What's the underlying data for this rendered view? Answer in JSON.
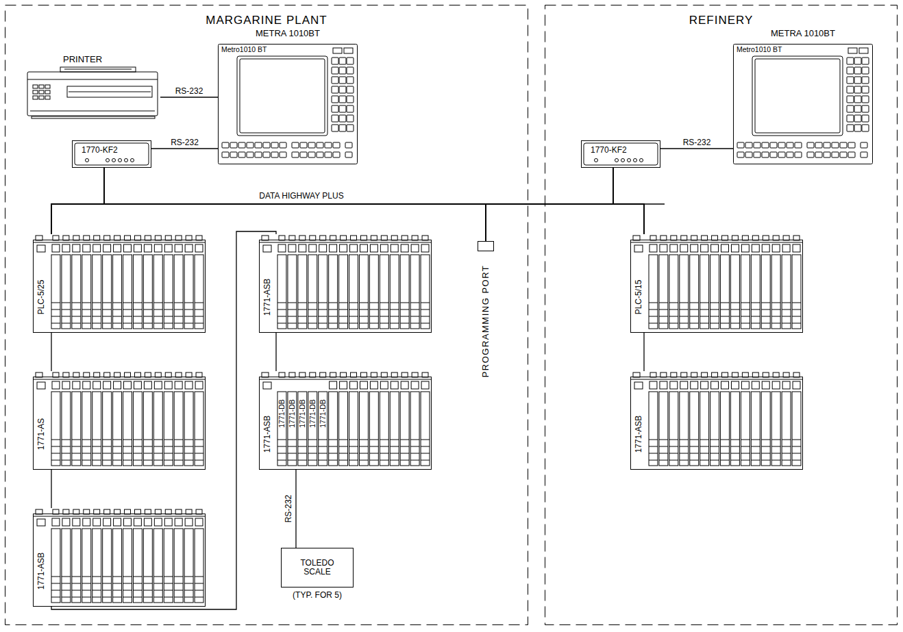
{
  "diagram": {
    "nodes": [
      {
        "text": [
          "MARGARINE PLANT"
        ]
      },
      {
        "text": [
          "REFINERY"
        ]
      },
      {
        "text": [
          "PRINTER"
        ],
        "in": 0
      },
      {
        "text": [
          "METRA 1010BT",
          "Metro1010 BT"
        ],
        "in": 0
      },
      {
        "text": [
          "1770-KF2"
        ],
        "in": 0
      },
      {
        "text": [
          "PLC-5/25"
        ],
        "in": 0
      },
      {
        "text": [
          "1771-AS"
        ],
        "in": 0
      },
      {
        "text": [
          "1771-ASB"
        ],
        "in": 0
      },
      {
        "text": [
          "1771-ASB"
        ],
        "in": 0
      },
      {
        "text": [
          "1771-ASB",
          "1771-DB",
          "1771-DB",
          "1771-DB",
          "1771-DB",
          "1771-DB"
        ],
        "in": 0
      },
      {
        "text": [
          "TOLEDO SCALE",
          "(TYP. FOR 5)"
        ],
        "in": 0
      },
      {
        "text": [
          "PROGRAMMING PORT"
        ],
        "in": 0
      },
      {
        "text": [
          "METRA 1010BT",
          "Metro1010 BT"
        ],
        "in": 1
      },
      {
        "text": [
          "1770-KF2"
        ],
        "in": 1
      },
      {
        "text": [
          "PLC-5/15"
        ],
        "in": 1
      },
      {
        "text": [
          "1771-ASB"
        ],
        "in": 1
      }
    ],
    "edges": [
      {
        "from": 3,
        "to": 2,
        "arrow": "none",
        "label": "RS-232"
      },
      {
        "from": 3,
        "to": 4,
        "arrow": "none",
        "label": "RS-232"
      },
      {
        "from": 12,
        "to": 13,
        "arrow": "none",
        "label": "RS-232"
      },
      {
        "from": 4,
        "to": 5,
        "arrow": "none"
      },
      {
        "from": 4,
        "to": 11,
        "arrow": "none"
      },
      {
        "from": 4,
        "to": 13,
        "arrow": "none"
      },
      {
        "from": 4,
        "to": 14,
        "arrow": "none"
      },
      {
        "from": 5,
        "to": 11,
        "arrow": "none"
      },
      {
        "from": 5,
        "to": 13,
        "arrow": "none"
      },
      {
        "from": 5,
        "to": 14,
        "arrow": "none"
      },
      {
        "from": 11,
        "to": 13,
        "arrow": "none"
      },
      {
        "from": 11,
        "to": 14,
        "arrow": "none"
      },
      {
        "from": 13,
        "to": 14,
        "arrow": "none"
      },
      {
        "from": 5,
        "to": 6,
        "arrow": "none"
      },
      {
        "from": 6,
        "to": 7,
        "arrow": "none"
      },
      {
        "from": 7,
        "to": 8,
        "arrow": "none"
      },
      {
        "from": 8,
        "to": 9,
        "arrow": "none"
      },
      {
        "from": 9,
        "to": 10,
        "arrow": "none",
        "label": "RS-232"
      },
      {
        "from": 14,
        "to": 15,
        "arrow": "none"
      }
    ],
    "labels": [
      "DATA HIGHWAY PLUS"
    ]
  }
}
